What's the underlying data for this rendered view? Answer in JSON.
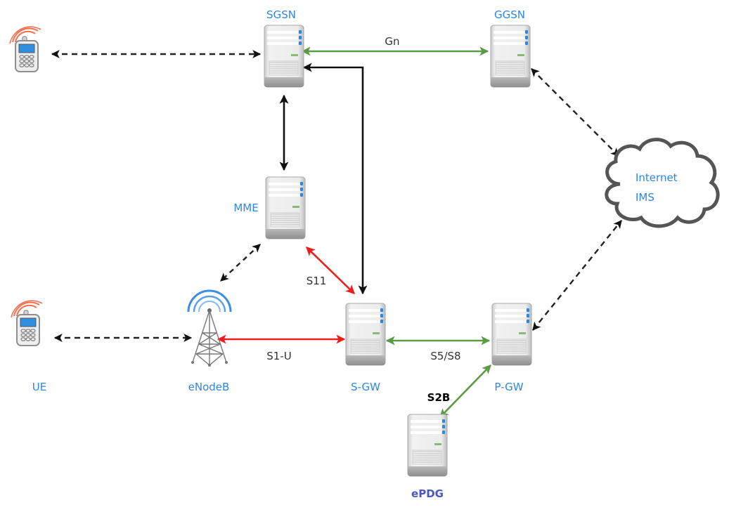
{
  "title": "LTE / EPC and 2G/3G Packet Core Network Architecture",
  "colors": {
    "node_label": "#2f86e8",
    "epdg_label": "#4a56c8",
    "control_link": "#000000",
    "dashed_link": "#222222",
    "red_link": "#ee1c1c",
    "green_link": "#5a9a45",
    "phone_signal": "#f07050",
    "tower_signal": "#3b8de6"
  },
  "nodes": [
    {
      "id": "phone-top",
      "type": "phone",
      "label": ""
    },
    {
      "id": "ue",
      "type": "phone",
      "label": "UE"
    },
    {
      "id": "enodeb",
      "type": "tower",
      "label": "eNodeB"
    },
    {
      "id": "sgsn",
      "type": "server",
      "label": "SGSN"
    },
    {
      "id": "ggsn",
      "type": "server",
      "label": "GGSN"
    },
    {
      "id": "mme",
      "type": "server",
      "label": "MME"
    },
    {
      "id": "sgw",
      "type": "server",
      "label": "S-GW"
    },
    {
      "id": "pgw",
      "type": "server",
      "label": "P-GW"
    },
    {
      "id": "epdg",
      "type": "server",
      "label": "ePDG"
    },
    {
      "id": "internet",
      "type": "cloud",
      "label_lines": [
        "Internet",
        "IMS"
      ]
    }
  ],
  "links": [
    {
      "from": "phone-top",
      "to": "sgsn",
      "style": "dashed",
      "color": "black",
      "label": ""
    },
    {
      "from": "sgsn",
      "to": "ggsn",
      "style": "solid",
      "color": "green",
      "label": "Gn"
    },
    {
      "from": "sgsn",
      "to": "mme",
      "style": "solid",
      "color": "black",
      "label": ""
    },
    {
      "from": "sgw",
      "to": "sgsn",
      "style": "solid",
      "color": "black",
      "label": ""
    },
    {
      "from": "ggsn",
      "to": "internet",
      "style": "dashed",
      "color": "black",
      "label": ""
    },
    {
      "from": "mme",
      "to": "enodeb",
      "style": "dashed",
      "color": "black",
      "label": ""
    },
    {
      "from": "mme",
      "to": "sgw",
      "style": "solid",
      "color": "red",
      "label": "S11"
    },
    {
      "from": "ue",
      "to": "enodeb",
      "style": "dashed",
      "color": "black",
      "label": ""
    },
    {
      "from": "enodeb",
      "to": "sgw",
      "style": "solid",
      "color": "red",
      "label": "S1-U"
    },
    {
      "from": "sgw",
      "to": "pgw",
      "style": "solid",
      "color": "green",
      "label": "S5/S8"
    },
    {
      "from": "pgw",
      "to": "internet",
      "style": "dashed",
      "color": "black",
      "label": ""
    },
    {
      "from": "pgw",
      "to": "epdg",
      "style": "solid",
      "color": "green",
      "label": "S2B"
    }
  ]
}
